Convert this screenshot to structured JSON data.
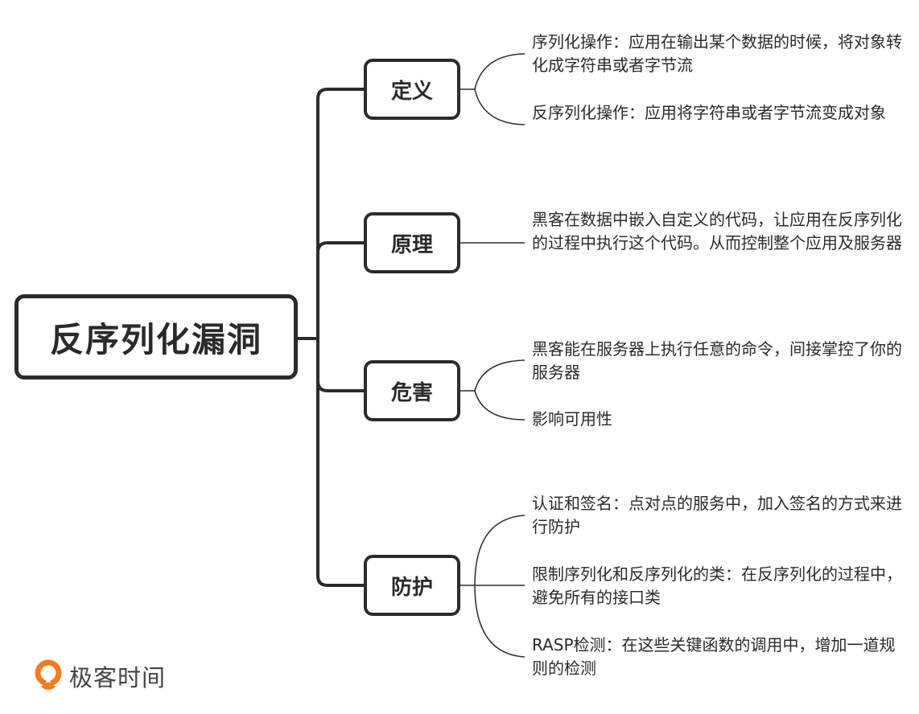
{
  "root": {
    "label": "反序列化漏洞"
  },
  "branches": [
    {
      "label": "定义",
      "leaves": [
        "序列化操作：应用在输出某个数据的时候，将对象转化成字符串或者字节流",
        "反序列化操作：应用将字符串或者字节流变成对象"
      ]
    },
    {
      "label": "原理",
      "leaves": [
        "黑客在数据中嵌入自定义的代码，让应用在反序列化的过程中执行这个代码。从而控制整个应用及服务器"
      ]
    },
    {
      "label": "危害",
      "leaves": [
        "黑客能在服务器上执行任意的命令，间接掌控了你的服务器",
        "影响可用性"
      ]
    },
    {
      "label": "防护",
      "leaves": [
        "认证和签名：点对点的服务中，加入签名的方式来进行防护",
        "限制序列化和反序列化的类：在反序列化的过程中，避免所有的接口类",
        "RASP检测：在这些关键函数的调用中，增加一道规则的检测"
      ]
    }
  ],
  "logo": {
    "text": "极客时间",
    "icon": "geektime-logo-icon",
    "color": "#f27b20"
  },
  "colors": {
    "stroke": "#2b2b2b",
    "text": "#2a2a2a"
  }
}
